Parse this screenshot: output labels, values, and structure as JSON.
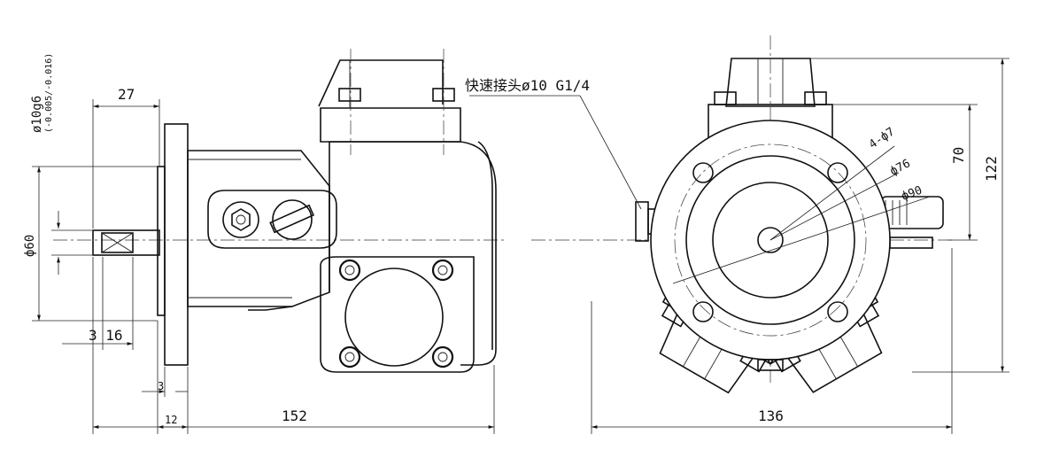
{
  "left_view": {
    "dim_shaft_dia": "ø10g6",
    "dim_shaft_tol": "(-0.005/-0.016)",
    "dim_27": "27",
    "dim_60": "ф60",
    "dim_3_16": "3 16",
    "dim_3": "3",
    "dim_12": "12",
    "dim_152": "152"
  },
  "right_view": {
    "callout_quick_connector": "快速接头ø10 G1/4",
    "dim_holes": "4-ф7",
    "dim_76": "ф76",
    "dim_90": "ф90",
    "dim_70": "70",
    "dim_122": "122",
    "dim_136": "136"
  }
}
